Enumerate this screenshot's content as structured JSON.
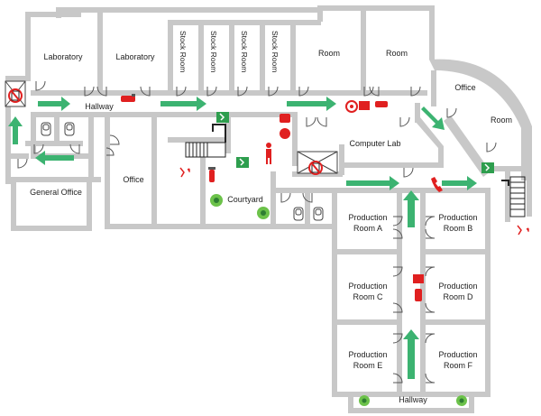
{
  "rooms": {
    "laboratory_1": "Laboratory",
    "laboratory_2": "Laboratory",
    "stock_room_1": "Stock Room",
    "stock_room_2": "Stock Room",
    "stock_room_3": "Stock Room",
    "stock_room_4": "Stock Room",
    "room_1": "Room",
    "room_2": "Room",
    "office_top": "Office",
    "room_right": "Room",
    "hallway_top": "Hallway",
    "computer_lab": "Computer Lab",
    "office_left": "Office",
    "general_office": "General Office",
    "courtyard": "Courtyard",
    "production_a_1": "Production",
    "production_a_2": "Room A",
    "production_b_1": "Production",
    "production_b_2": "Room B",
    "production_c_1": "Production",
    "production_c_2": "Room C",
    "production_d_1": "Production",
    "production_d_2": "Room D",
    "production_e_1": "Production",
    "production_e_2": "Room E",
    "production_f_1": "Production",
    "production_f_2": "Room F",
    "hallway_bottom": "Hallway"
  },
  "colors": {
    "wall": "#c8c8c8",
    "exit_arrow": "#3cb371",
    "safety_red": "#e02020",
    "exit_sign_green": "#2e9e4e",
    "plant_green": "#6cc24a"
  },
  "icons": [
    "elevator-icon",
    "fire-extinguisher-icon",
    "exit-sign-icon",
    "fire-alarm-phone-icon",
    "fire-alarm-button-icon",
    "person-icon",
    "plant-icon",
    "staircase-icon",
    "fire-exit-sign-icon",
    "toilet-icon",
    "hose-reel-icon",
    "emergency-phone-icon"
  ]
}
